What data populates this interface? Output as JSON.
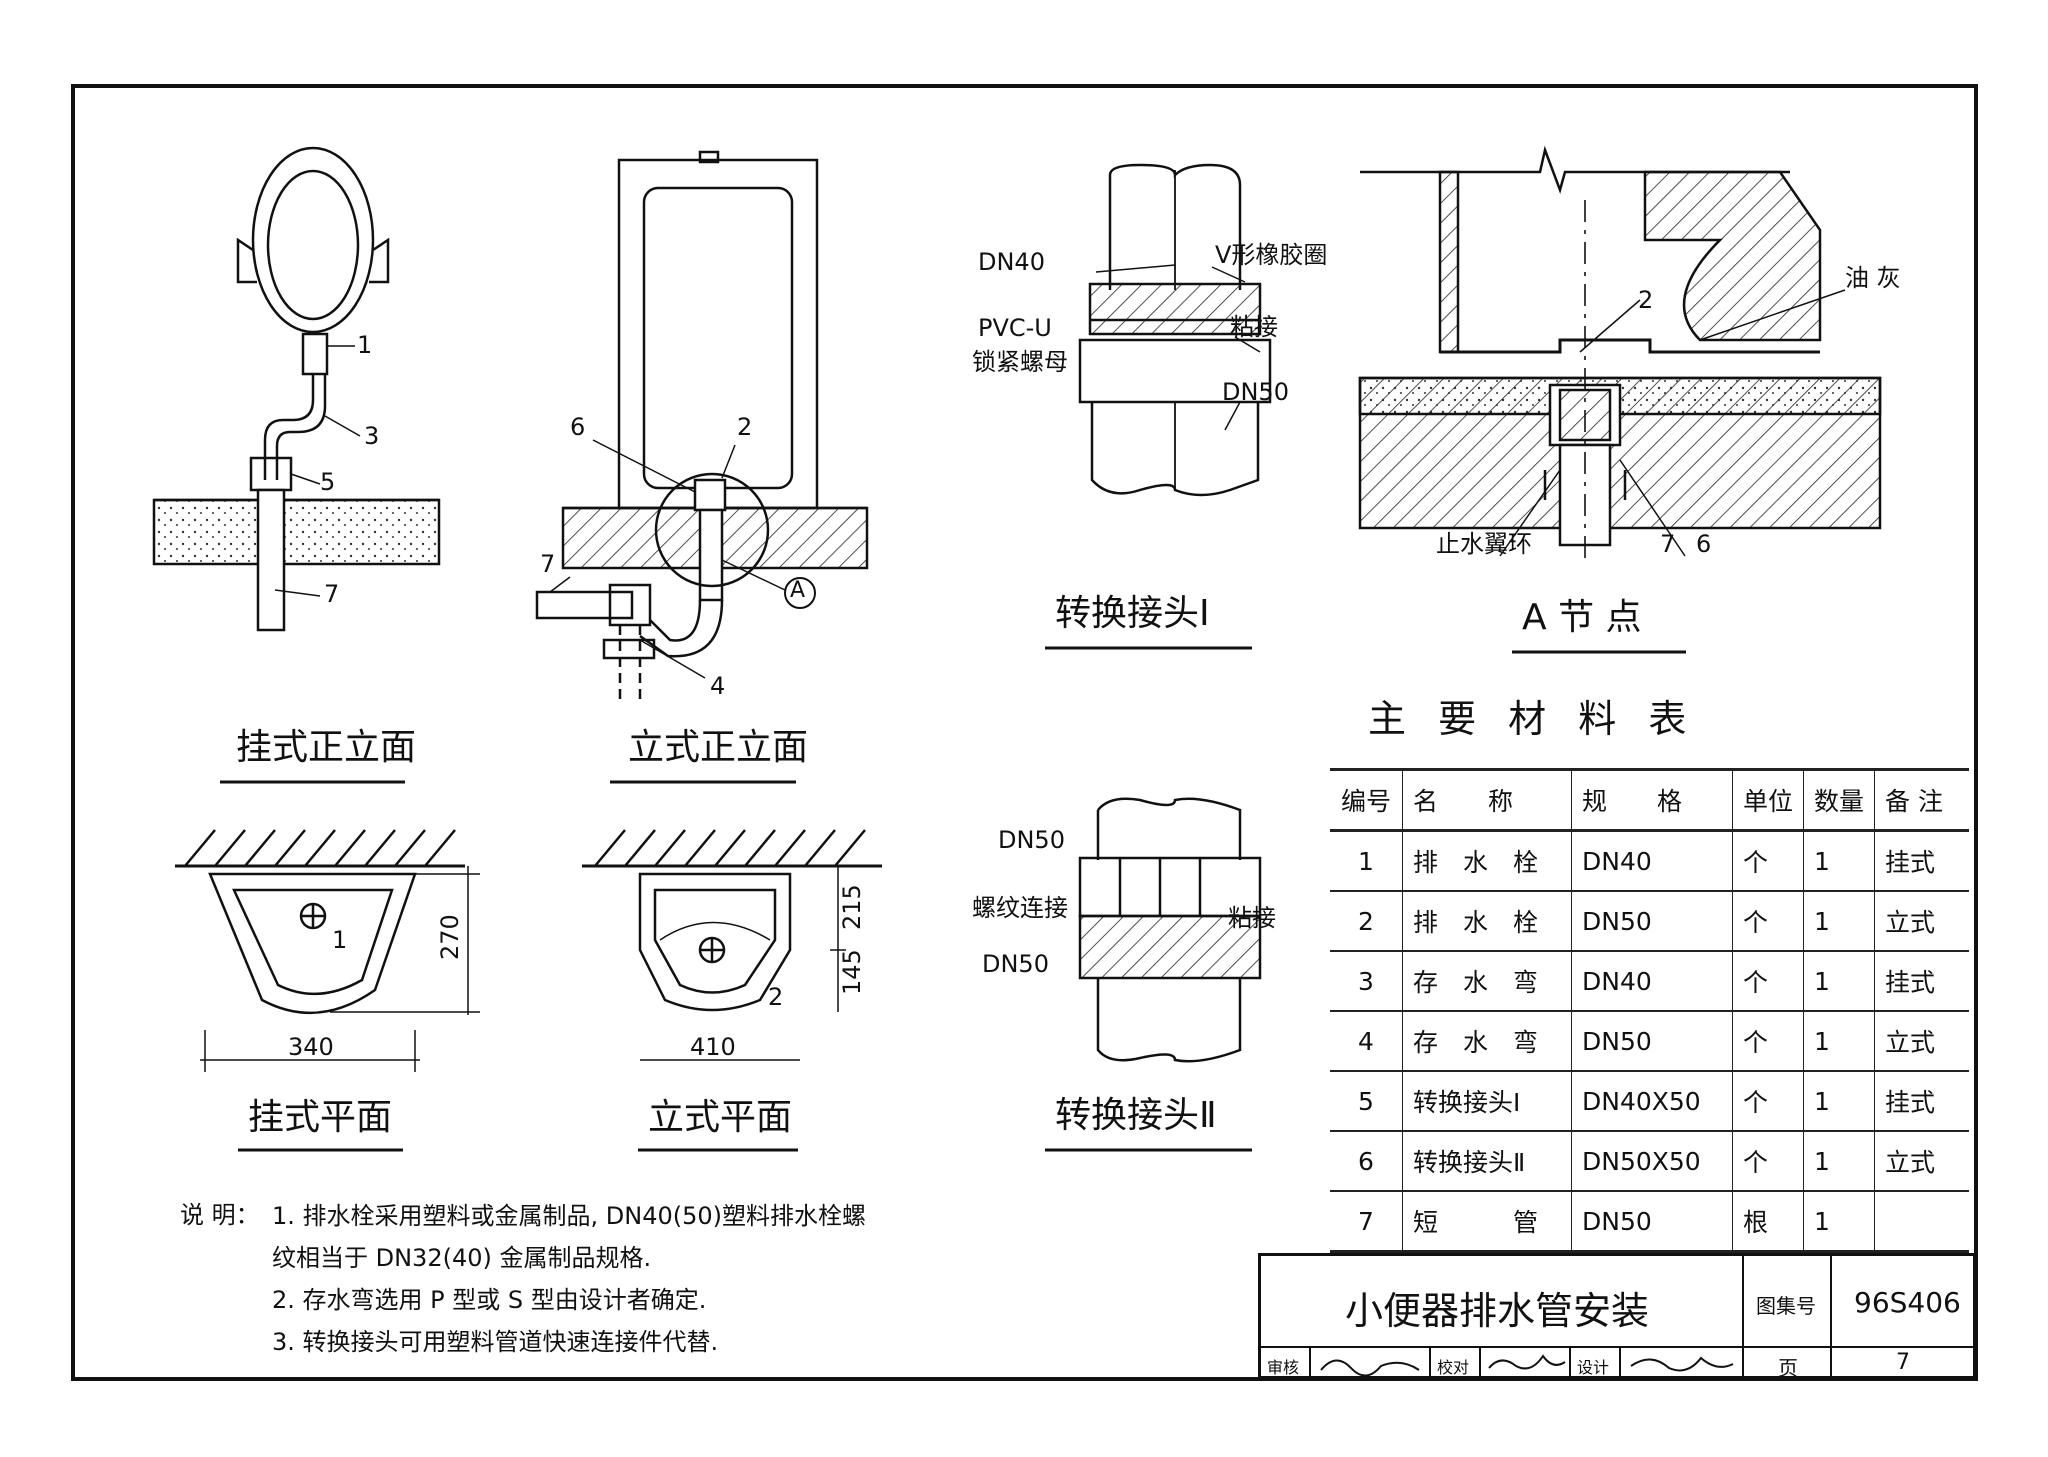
{
  "views": {
    "wall_elevation": "挂式正立面",
    "floor_elevation": "立式正立面",
    "wall_plan": "挂式平面",
    "floor_plan": "立式平面",
    "adapter_1": "转换接头Ⅰ",
    "adapter_2": "转换接头Ⅱ",
    "node_a": "A 节 点"
  },
  "callouts": {
    "n1": "1",
    "n2": "2",
    "n3": "3",
    "n4": "4",
    "n5": "5",
    "n6": "6",
    "n7": "7",
    "circle_a": "A"
  },
  "dimensions": {
    "wall_width": "340",
    "wall_depth": "270",
    "floor_width": "410",
    "floor_top": "215",
    "floor_bottom": "145"
  },
  "adapter_1_labels": {
    "dn40": "DN40",
    "v_ring": "V形橡胶圈",
    "pvc": "PVC-U",
    "lock_nut": "锁紧螺母",
    "glue": "粘接",
    "dn50": "DN50"
  },
  "adapter_2_labels": {
    "dn50_top": "DN50",
    "thread": "螺纹连接",
    "glue": "粘接",
    "dn50_bottom": "DN50"
  },
  "node_a_labels": {
    "putty": "油 灰",
    "water_ring": "止水翼环",
    "n2": "2",
    "n7": "7",
    "n6": "6"
  },
  "material_table": {
    "caption": "主 要 材 料 表",
    "headers": [
      "编号",
      "名　　称",
      "规　　格",
      "单位",
      "数量",
      "备 注"
    ],
    "rows": [
      [
        "1",
        "排　水　栓",
        "DN40",
        "个",
        "1",
        "挂式"
      ],
      [
        "2",
        "排　水　栓",
        "DN50",
        "个",
        "1",
        "立式"
      ],
      [
        "3",
        "存　水　弯",
        "DN40",
        "个",
        "1",
        "挂式"
      ],
      [
        "4",
        "存　水　弯",
        "DN50",
        "个",
        "1",
        "立式"
      ],
      [
        "5",
        "转换接头Ⅰ",
        "DN40X50",
        "个",
        "1",
        "挂式"
      ],
      [
        "6",
        "转换接头Ⅱ",
        "DN50X50",
        "个",
        "1",
        "立式"
      ],
      [
        "7",
        "短　　　管",
        "DN50",
        "根",
        "1",
        ""
      ]
    ]
  },
  "notes": {
    "label": "说 明：",
    "items": [
      "1.  排水栓采用塑料或金属制品, DN40(50)塑料排水栓螺",
      "     纹相当于 DN32(40) 金属制品规格.",
      "2. 存水弯选用 P 型或 S 型由设计者确定.",
      "3. 转换接头可用塑料管道快速连接件代替."
    ]
  },
  "title_block": {
    "title": "小便器排水管安装",
    "atlas_label": "图集号",
    "atlas_no": "96S406",
    "review": "审核",
    "check": "校对",
    "design": "设计",
    "page_label": "页",
    "page_no": "7"
  }
}
